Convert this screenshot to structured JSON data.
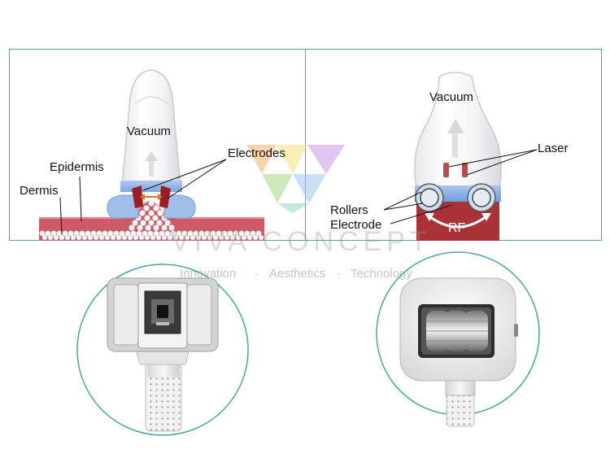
{
  "left_diagram": {
    "vacuum_label": "Vacuum",
    "electrodes_label": "Electrodes",
    "epidermis_label": "Epidermis",
    "dermis_label": "Dermis"
  },
  "right_diagram": {
    "vacuum_label": "Vacuum",
    "laser_label": "Laser",
    "rollers_label": "Rollers",
    "electrode_label": "Electrode",
    "rf_label": "RF"
  },
  "watermark": {
    "brand": "VIVA CONCEPT",
    "tag_1": "Innovation",
    "tag_2": "Aesthetics",
    "tag_3": "Technology",
    "separator": "·"
  },
  "colors": {
    "frame": "#47a6a6",
    "skin": "#c94f5d",
    "electrode": "#9a1f25",
    "band": "#7aa8e0",
    "rf_block": "#a83236"
  }
}
